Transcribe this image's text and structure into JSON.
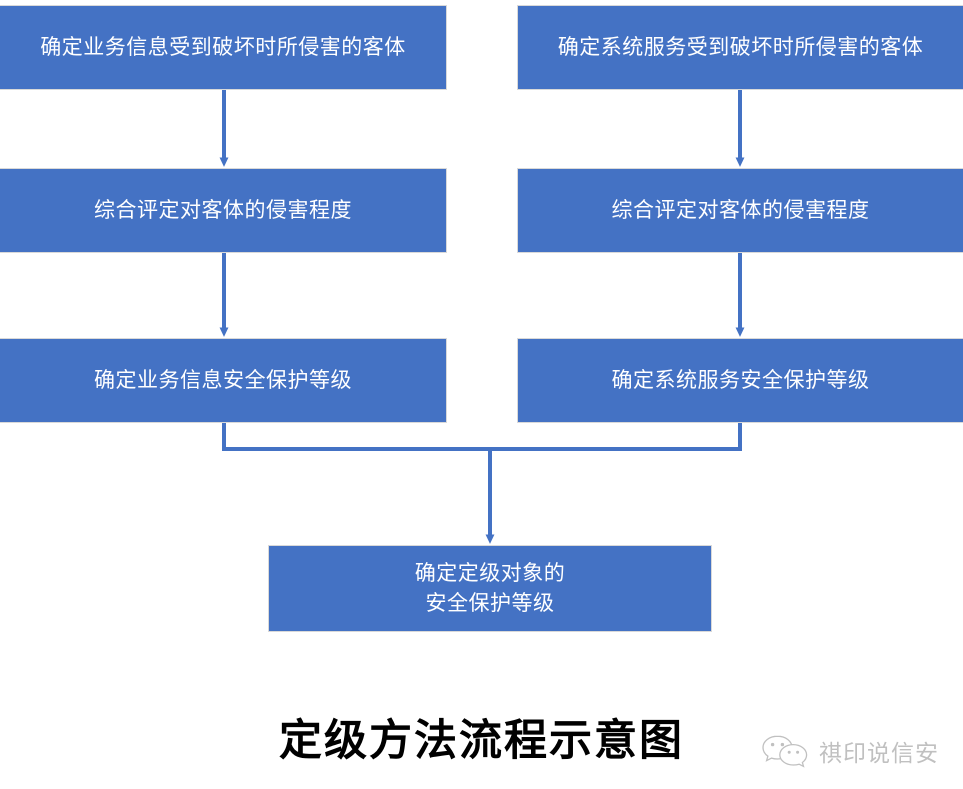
{
  "diagram": {
    "title": "定级方法流程示意图",
    "accent_color": "#4472C4",
    "box_border_color": "#d9d9d9",
    "background_color": "#ffffff",
    "text_color": "#ffffff",
    "nodes": [
      {
        "id": "r1l",
        "label": "确定业务信息受到破坏时所侵害的客体",
        "row": 1,
        "column": "left"
      },
      {
        "id": "r1r",
        "label": "确定系统服务受到破坏时所侵害的客体",
        "row": 1,
        "column": "right"
      },
      {
        "id": "r2l",
        "label": "综合评定对客体的侵害程度",
        "row": 2,
        "column": "left"
      },
      {
        "id": "r2r",
        "label": "综合评定对客体的侵害程度",
        "row": 2,
        "column": "right"
      },
      {
        "id": "r3l",
        "label": "确定业务信息安全保护等级",
        "row": 3,
        "column": "left"
      },
      {
        "id": "r3r",
        "label": "确定系统服务安全保护等级",
        "row": 3,
        "column": "right"
      },
      {
        "id": "final",
        "label": "确定定级对象的\n安全保护等级",
        "row": 4,
        "column": "center"
      }
    ],
    "edges": [
      {
        "from": "r1l",
        "to": "r2l",
        "type": "straight-down-arrow"
      },
      {
        "from": "r1r",
        "to": "r2r",
        "type": "straight-down-arrow"
      },
      {
        "from": "r2l",
        "to": "r3l",
        "type": "straight-down-arrow"
      },
      {
        "from": "r2r",
        "to": "r3r",
        "type": "straight-down-arrow"
      },
      {
        "from": "r3l",
        "to": "final",
        "type": "elbow-merge-arrow"
      },
      {
        "from": "r3r",
        "to": "final",
        "type": "elbow-merge-arrow"
      }
    ]
  },
  "watermark": {
    "icon": "wechat-icon",
    "text": "祺印说信安",
    "color": "#9a9a9a"
  }
}
